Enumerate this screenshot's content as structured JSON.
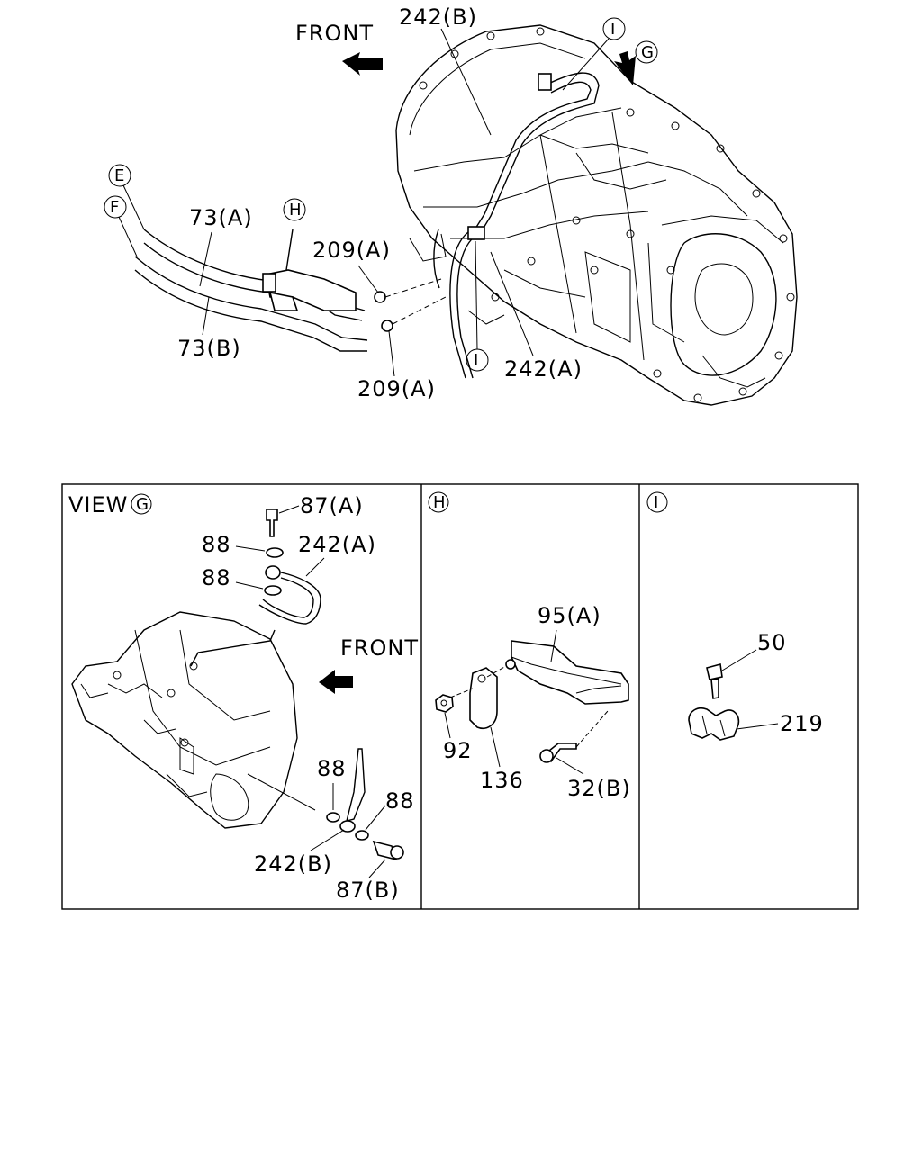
{
  "top": {
    "front_label": "FRONT",
    "callouts": {
      "c242b": "242(B)",
      "c242a": "242(A)",
      "c73a": "73(A)",
      "c73b": "73(B)",
      "c209a_1": "209(A)",
      "c209a_2": "209(A)"
    },
    "circles": {
      "E": "E",
      "F": "F",
      "H": "H",
      "I_top": "I",
      "I_bottom": "I",
      "G": "G"
    }
  },
  "panels": {
    "view_g": {
      "title": "VIEW",
      "title_circle": "G",
      "front_label": "FRONT",
      "callouts": {
        "c87a": "87(A)",
        "c88_1": "88",
        "c242a": "242(A)",
        "c88_2": "88",
        "c88_3": "88",
        "c88_4": "88",
        "c242b": "242(B)",
        "c87b": "87(B)"
      }
    },
    "view_h": {
      "title_circle": "H",
      "callouts": {
        "c95a": "95(A)",
        "c92": "92",
        "c136": "136",
        "c32b": "32(B)"
      }
    },
    "view_i": {
      "title_circle": "I",
      "callouts": {
        "c50": "50",
        "c219": "219"
      }
    }
  }
}
